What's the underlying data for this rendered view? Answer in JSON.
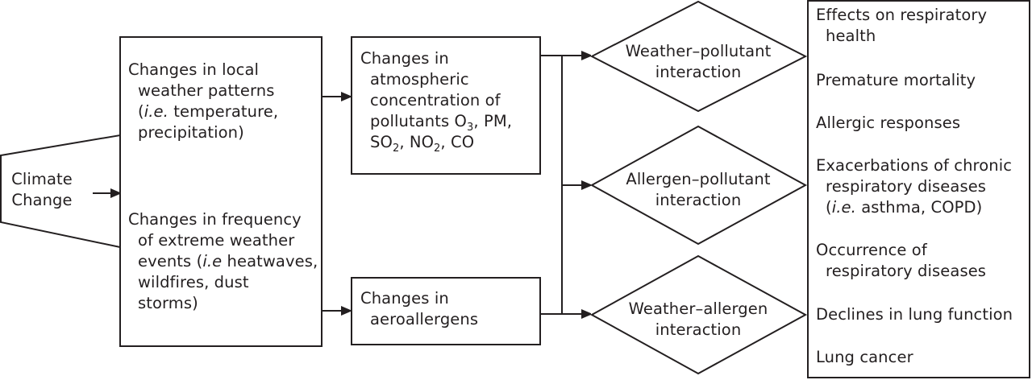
{
  "diagram": {
    "colors": {
      "stroke": "#231f20",
      "background": "#ffffff",
      "text": "#231f20"
    },
    "source": {
      "label_lines": [
        "Climate",
        "Change"
      ],
      "shape": "trapezoid"
    },
    "drivers_box": {
      "weather_patterns": {
        "lines": [
          "Changes in local",
          "weather patterns",
          "(i.e. temperature,",
          "precipitation)"
        ]
      },
      "extreme_events": {
        "lines": [
          "Changes in frequency",
          "of extreme weather",
          "events (i.e heatwaves,",
          "wildfires, dust",
          "storms)"
        ]
      }
    },
    "pollutants_box": {
      "line1": "Changes in",
      "line2": "atmospheric",
      "line3": "concentration of",
      "line4_prefix": "pollutants O",
      "line4_sub": "3",
      "line4_suffix": ", PM,",
      "line5_a": "SO",
      "line5_a_sub": "2",
      "line5_b": ", NO",
      "line5_b_sub": "2",
      "line5_c": ", CO"
    },
    "allergens_box": {
      "lines": [
        "Changes in",
        "aeroallergens"
      ]
    },
    "interactions": [
      {
        "lines": [
          "Weather–pollutant",
          "interaction"
        ]
      },
      {
        "lines": [
          "Allergen–pollutant",
          "interaction"
        ]
      },
      {
        "lines": [
          "Weather–allergen",
          "interaction"
        ]
      }
    ],
    "outcomes": [
      {
        "lines": [
          "Effects on respiratory",
          "health"
        ]
      },
      {
        "lines": [
          "Premature mortality"
        ]
      },
      {
        "lines": [
          "Allergic responses"
        ]
      },
      {
        "lines": [
          "Exacerbations of chronic",
          "respiratory diseases",
          "(i.e. asthma, COPD)"
        ]
      },
      {
        "lines": [
          "Occurrence of",
          "respiratory diseases"
        ]
      },
      {
        "lines": [
          "Declines in lung function"
        ]
      },
      {
        "lines": [
          "Lung cancer"
        ]
      }
    ],
    "italic_abbrev": "i.e.",
    "italic_abbrev_nodot": "i.e"
  }
}
